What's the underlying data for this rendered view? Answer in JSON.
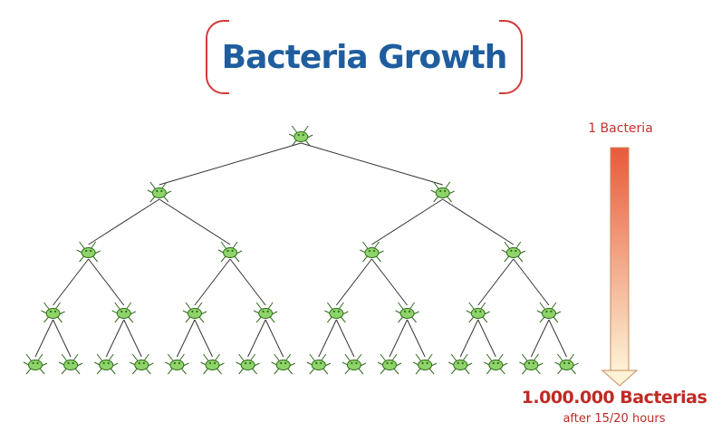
{
  "title": "Bacteria Growth",
  "arrow": {
    "top_label": "1 Bacteria",
    "bottom_label": "1.000.000 Bacterias",
    "bottom_sublabel": "after 15/20 hours",
    "gradient_top": "#e85a3a",
    "gradient_bottom": "#fdf3d6"
  },
  "colors": {
    "bacterium_fill": "#8fd46a",
    "bacterium_stroke": "#2e6b1a",
    "line": "#333333",
    "title_text": "#1f5d9e",
    "title_border": "#d23a3a"
  },
  "tree": {
    "levels": [
      1,
      2,
      4,
      8,
      16
    ],
    "icon": "bacterium-icon"
  }
}
